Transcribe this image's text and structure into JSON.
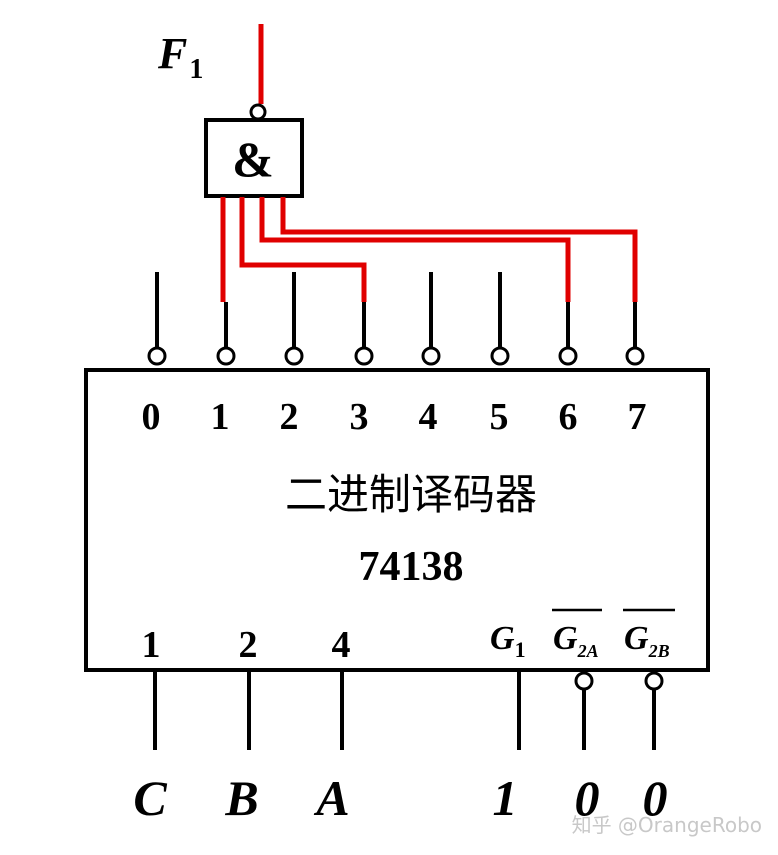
{
  "gate": {
    "symbol": "&"
  },
  "output": {
    "name": "F",
    "sub": "1"
  },
  "chip": {
    "title": "二进制译码器",
    "part": "74138"
  },
  "output_pins": [
    "0",
    "1",
    "2",
    "3",
    "4",
    "5",
    "6",
    "7"
  ],
  "input_pins": [
    "1",
    "2",
    "4"
  ],
  "enable_pins": [
    {
      "name": "G",
      "sub": "1",
      "active_low": false
    },
    {
      "name": "G",
      "sub": "2A",
      "active_low": true
    },
    {
      "name": "G",
      "sub": "2B",
      "active_low": true
    }
  ],
  "input_signals": [
    "C",
    "B",
    "A"
  ],
  "enable_values": [
    "1",
    "0",
    "0"
  ],
  "connected_outputs": [
    "1",
    "3",
    "6",
    "7"
  ],
  "colors": {
    "wire_highlight": "#e00000",
    "line": "#000000",
    "watermark": "#c8c8c8"
  },
  "watermark": "知乎 @OrangeRobo"
}
